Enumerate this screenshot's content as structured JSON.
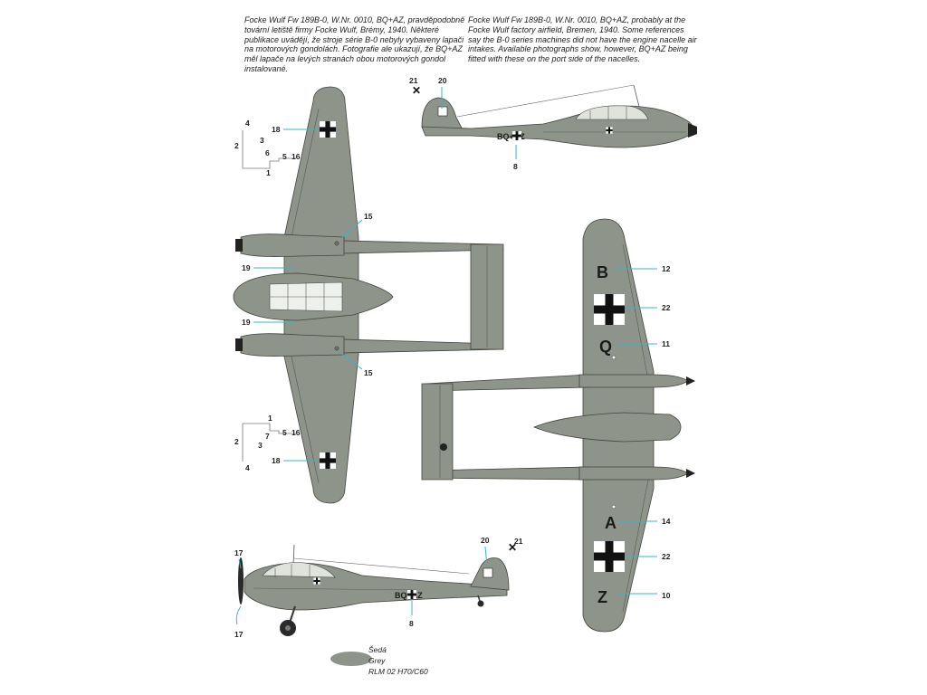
{
  "caption_cz": [
    "Focke Wulf Fw 189B-0, W.Nr. 0010, BQ+AZ, pravděpodobně",
    "tovární letiště firmy Focke Wulf, Brémy, 1940. Některé",
    "publikace uvádějí, že stroje série B-0 nebyly vybaveny lapači",
    "na motorových gondolách. Fotografie ale ukazují, že BQ+AZ",
    "měl lapače na levých stranách obou motorových gondol",
    "instalované."
  ],
  "caption_en": [
    "Focke Wulf Fw 189B-0, W.Nr. 0010, BQ+AZ, probably at the",
    "Focke Wulf factory airfield, Bremen, 1940. Some references",
    "say the B-0 series machines did not have the engine nacelle air",
    "intakes. Available photographs show, however, BQ+AZ being",
    "fitted with these on the port side of the nacelles."
  ],
  "registration": "BQ+AZ",
  "underside_letters": [
    "B",
    "Q",
    "A",
    "Z"
  ],
  "callouts": {
    "c1": "1",
    "c2": "2",
    "c3": "3",
    "c4": "4",
    "c5": "5",
    "c6": "6",
    "c7": "7",
    "c8": "8",
    "c10": "10",
    "c11": "11",
    "c12": "12",
    "c14": "14",
    "c15": "15",
    "c16": "16",
    "c17": "17",
    "c18": "18",
    "c19": "19",
    "c20": "20",
    "c21": "21",
    "c22": "22"
  },
  "legend": {
    "name_cz": "Šedá",
    "name_en": "Grey",
    "code": "RLM 02  H70/C60",
    "swatch_color": "#8e9489"
  },
  "colors": {
    "rlm02": "#8e9489",
    "callout": "#38b4cc"
  }
}
